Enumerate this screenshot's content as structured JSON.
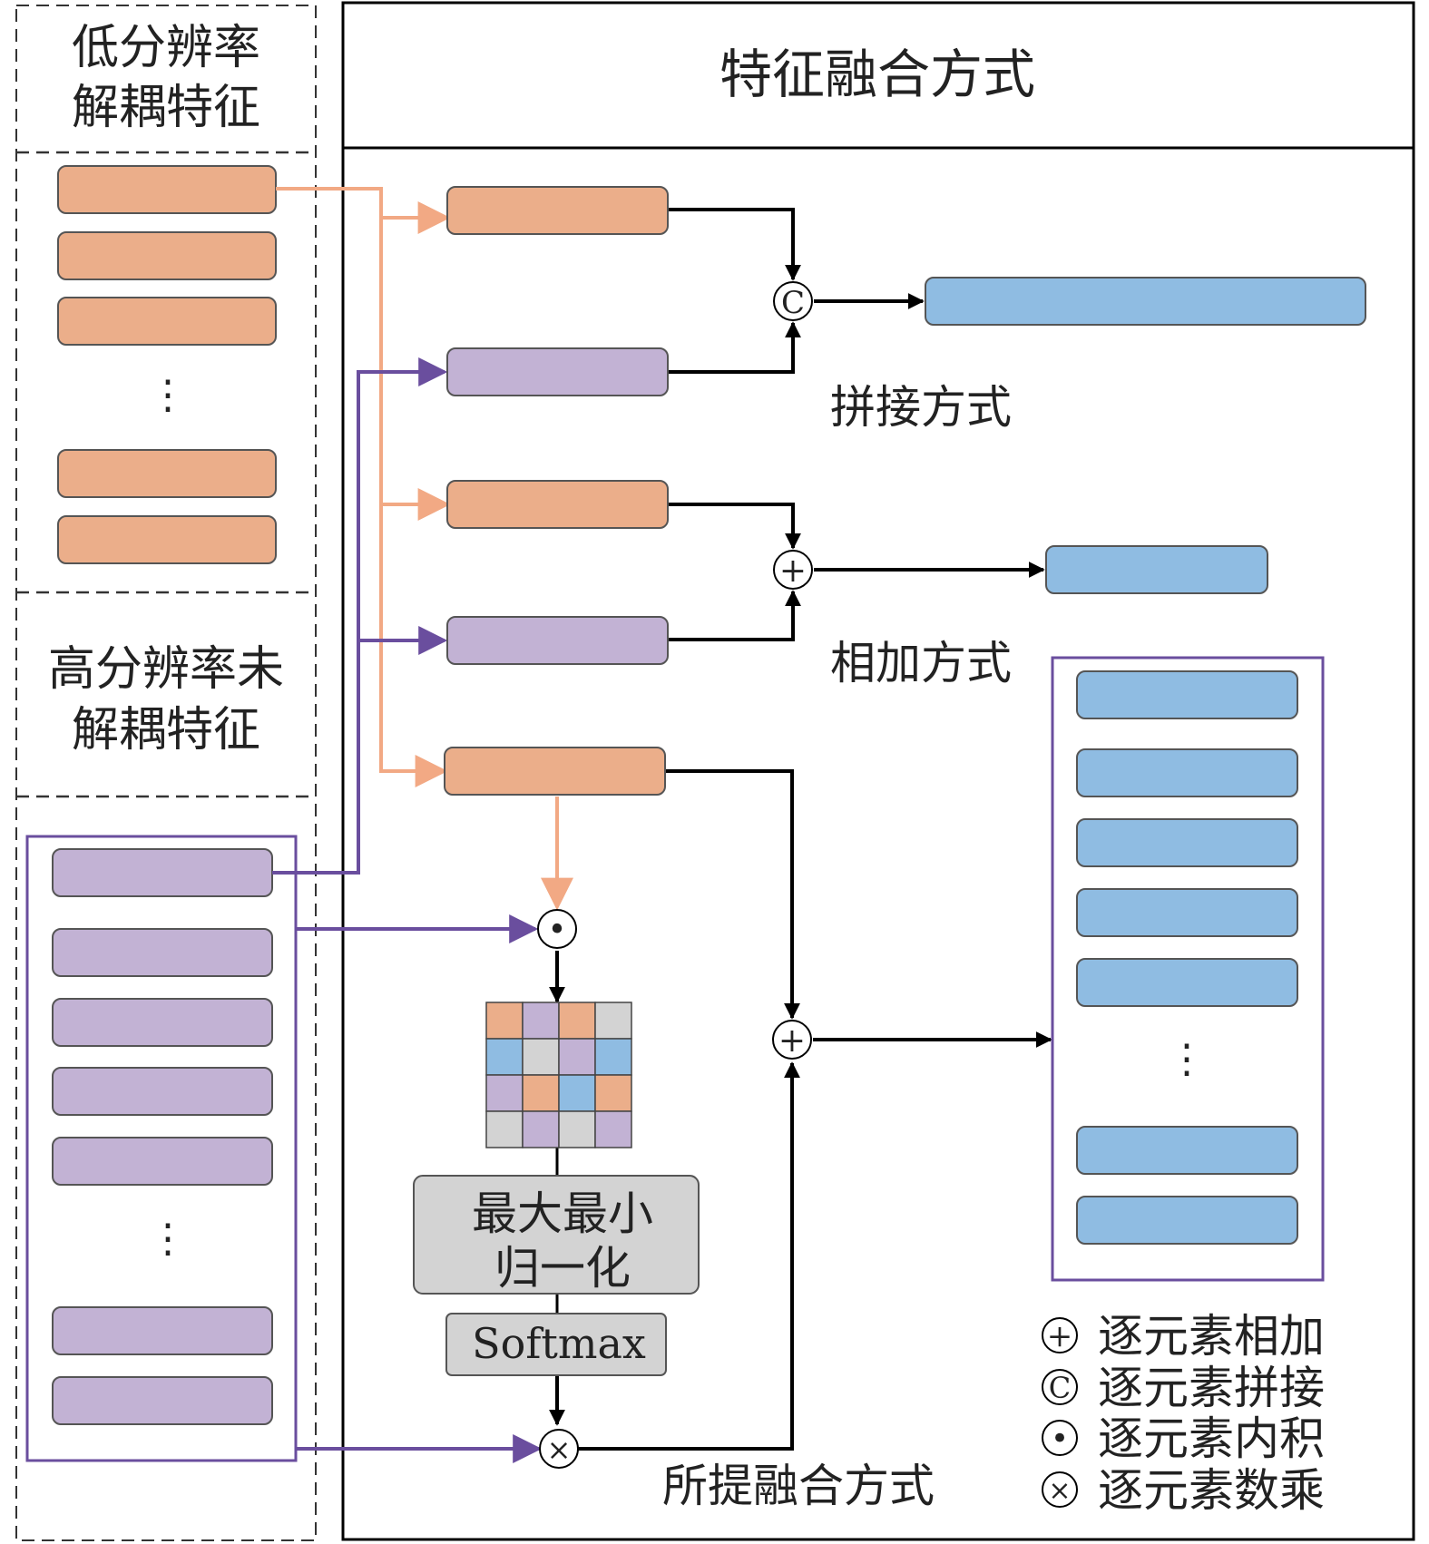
{
  "left_panel": {
    "low_res_label": [
      "低分辨率",
      "解耦特征"
    ],
    "high_res_label": [
      "高分辨率未",
      "解耦特征"
    ],
    "ellipsis": "⋮"
  },
  "right_panel": {
    "title": "特征融合方式",
    "concat_label": "拼接方式",
    "add_label": "相加方式",
    "proposed_label": "所提融合方式",
    "minmax_label": [
      "最大最小",
      "归一化"
    ],
    "softmax_label": "Softmax",
    "ellipsis": "⋮"
  },
  "operators": {
    "concat": "C",
    "add": "+",
    "dot": "•",
    "mul": "×"
  },
  "legend": [
    {
      "symbol": "+",
      "label": "逐元素相加"
    },
    {
      "symbol": "C",
      "label": "逐元素拼接"
    },
    {
      "symbol": "•",
      "label": "逐元素内积"
    },
    {
      "symbol": "×",
      "label": "逐元素数乘"
    }
  ],
  "heatmap": [
    [
      "orange",
      "purple",
      "orange",
      "gray"
    ],
    [
      "blue",
      "gray",
      "purple",
      "blue"
    ],
    [
      "purple",
      "orange",
      "blue",
      "orange"
    ],
    [
      "gray",
      "purple",
      "gray",
      "purple"
    ]
  ],
  "colors": {
    "orange": "#EBAE8A",
    "purple": "#C2B2D4",
    "blue": "#8FBCE2",
    "gray": "#D3D3D3",
    "orange_line": "#F2A984",
    "purple_line": "#6A4E9E"
  }
}
